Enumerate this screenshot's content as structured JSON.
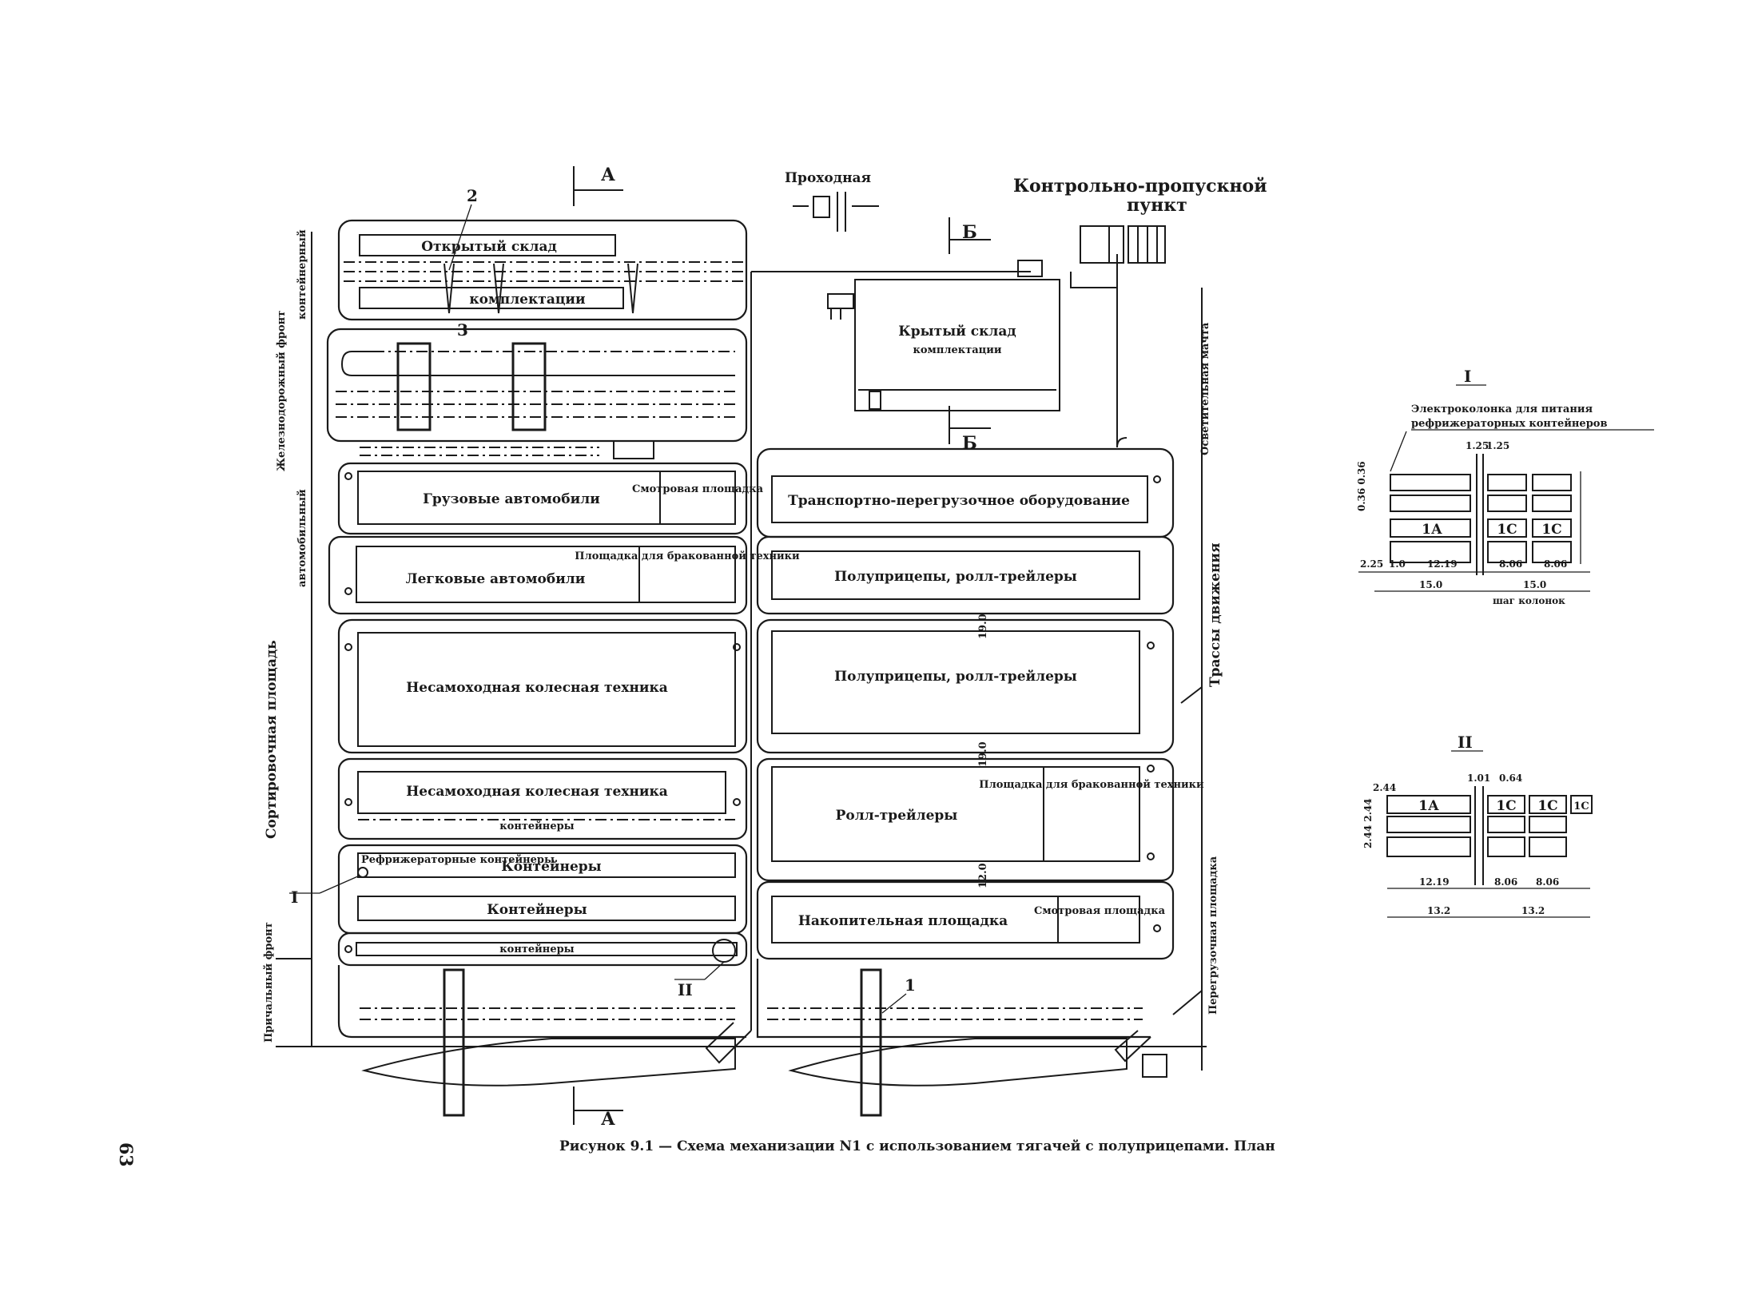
{
  "diagram": {
    "page_number": "63",
    "caption": "Рисунок 9.1 — Схема механизации N1 с использованием тягачей с полуприцепами. План",
    "top_labels": {
      "passage": "Проходная",
      "checkpoint_line1": "Контрольно-пропускной",
      "checkpoint_line2": "пункт"
    },
    "section_marks": {
      "a": "А",
      "b": "Б"
    },
    "callouts": {
      "n1": "1",
      "n2": "2",
      "n3": "3",
      "detail1": "I",
      "detail2": "II"
    },
    "left_fronts": {
      "container": "контейнерный",
      "railway": "Железнодорожный фронт",
      "auto": "автомобильный",
      "sorting": "Сортировочная площадь",
      "mooring": "Причальный фронт"
    },
    "right_labels": {
      "lighting": "Осветительная мачта",
      "traffic": "Трассы движения",
      "transfer": "Перегрузочная площадка"
    },
    "zones": {
      "open_store_1": "Открытый склад",
      "open_store_2": "комплектации",
      "covered_store_1": "Крытый склад",
      "covered_store_2": "комплектации",
      "trucks": "Грузовые автомобили",
      "inspect_1": "Смотровая площадка",
      "cars": "Легковые автомобили",
      "reject_area_1": "Площадка для бракованной техники",
      "wheeled_1": "Несамоходная колесная техника",
      "wheeled_2": "Несамоходная колесная техника",
      "containers_label": "контейнеры",
      "reefer": "Рефрижераторные контейнеры",
      "containers_1": "Контейнеры",
      "containers_2": "Контейнеры",
      "containers_3": "контейнеры",
      "transport_equipment": "Транспортно-перегрузочное оборудование",
      "semi_rolltrailers_1": "Полуприцепы, ролл-трейлеры",
      "semi_rolltrailers_2": "Полуприцепы, ролл-трейлеры",
      "rolltrailers": "Ролл-трейлеры",
      "reject_area_2": "Площадка для бракованной техники",
      "storage_area": "Накопительная площадка",
      "inspect_2": "Смотровая площадка",
      "spacing": "19.0",
      "spacing2": "12.0"
    },
    "detail_I": {
      "title": "I",
      "note_line1": "Электроколонка для питания",
      "note_line2": "рефрижераторных контейнеров",
      "cells": [
        "1А",
        "1С",
        "1С"
      ],
      "dims_bottom": [
        "2.25",
        "1.0",
        "12.19",
        "8.06",
        "8.06"
      ],
      "dims_total": [
        "15.0",
        "15.0"
      ],
      "dims_top": [
        "1.25",
        "1.25"
      ],
      "dims_left": "0.36 0.36",
      "step": "шаг колонок"
    },
    "detail_II": {
      "title": "II",
      "cells": [
        "1А",
        "1С",
        "1С",
        "1С"
      ],
      "dims_top": [
        "1.01",
        "0.64",
        "2.44"
      ],
      "dims_left": "2.44 2.44",
      "dims_bottom": [
        "12.19",
        "8.06",
        "8.06"
      ],
      "dims_total": [
        "13.2",
        "13.2"
      ]
    }
  }
}
